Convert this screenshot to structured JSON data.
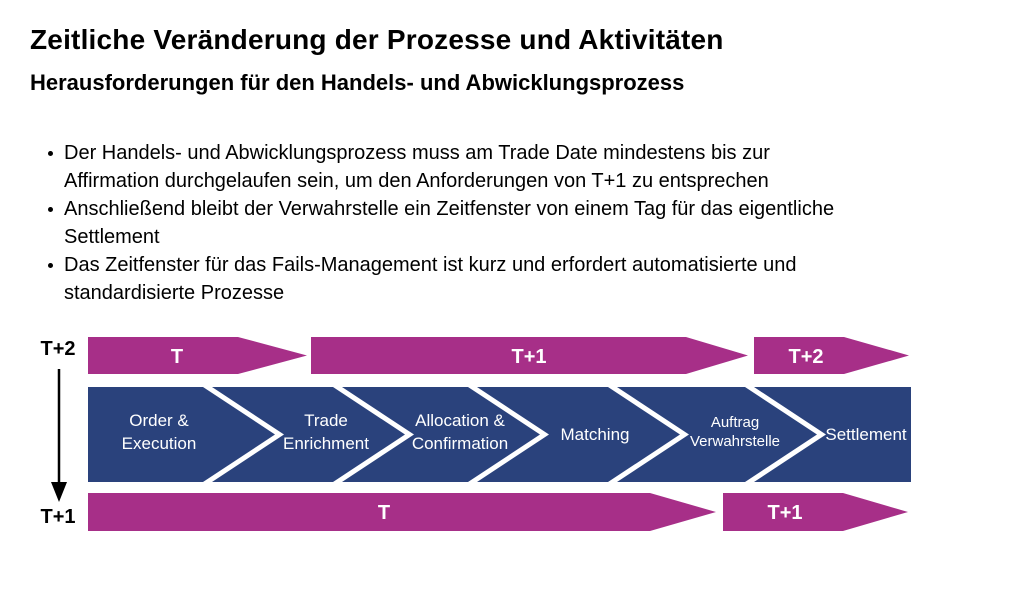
{
  "slide": {
    "title": "Zeitliche Veränderung der Prozesse und Aktivitäten",
    "subtitle": "Herausforderungen für den Handels- und Abwicklungsprozess"
  },
  "bullets": [
    {
      "line1": "Der Handels- und Abwicklungsprozess muss am Trade Date mindestens bis zur",
      "line2": "Affirmation durchgelaufen sein, um den Anforderungen von T+1 zu entsprechen"
    },
    {
      "line1": "Anschließend bleibt der Verwahrstelle ein Zeitfenster von einem Tag für das eigentliche",
      "line2": "Settlement"
    },
    {
      "line1": "Das Zeitfenster für das Fails-Management ist kurz und erfordert automatisierte und",
      "line2": "standardisierte Prozesse"
    }
  ],
  "timeline": {
    "left_top_label": "T+2",
    "left_bottom_label": "T+1",
    "top_arrows": [
      "T",
      "T+1",
      "T+2"
    ],
    "bottom_arrows": [
      "T",
      "T+1"
    ],
    "steps": [
      [
        "Order &",
        "Execution"
      ],
      [
        "Trade",
        "Enrichment"
      ],
      [
        "Allocation &",
        "Confirmation"
      ],
      [
        "Matching"
      ],
      [
        "Auftrag",
        "Verwahrstelle"
      ],
      [
        "Settlement"
      ]
    ]
  },
  "colors": {
    "magenta": "#A72F88",
    "blue": "#2A427C",
    "black": "#000000",
    "white": "#FFFFFF"
  }
}
